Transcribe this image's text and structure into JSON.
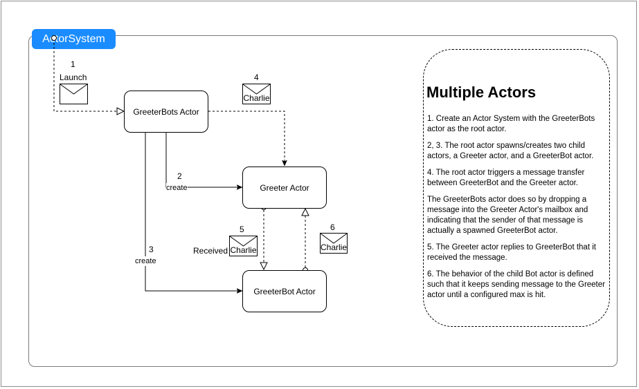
{
  "system": {
    "title": "ActorSystem"
  },
  "actors": {
    "greeterbots": "GreeterBots Actor",
    "greeter": "Greeter Actor",
    "greeterbot": "GreeterBot Actor"
  },
  "steps": {
    "s1": {
      "number": "1",
      "label": "Launch"
    },
    "s2": {
      "number": "2",
      "label": "create"
    },
    "s3": {
      "number": "3",
      "label": "create"
    },
    "s4": {
      "number": "4",
      "envelope": "Charlie"
    },
    "s5": {
      "number": "5",
      "label": "Received",
      "envelope": "Charlie"
    },
    "s6": {
      "number": "6",
      "envelope": "Charlie"
    }
  },
  "notes": {
    "title": "Multiple Actors",
    "items": [
      "1. Create an Actor System with the GreeterBots actor as the root actor.",
      "2, 3. The root actor spawns/creates two child actors, a Greeter actor, and a GreeterBot actor.",
      "4. The root actor triggers a message transfer between GreeterBot and the Greeter actor.",
      "The GreeterBots actor does so by dropping a message into the Greeter Actor's mailbox and indicating that the sender of that message is actually a spawned GreeterBot actor.",
      "5. The Greeter actor replies to GreeterBot that it received the message.",
      "6. The behavior of the child Bot actor is defined such that it keeps sending message to the Greeter actor until a configured max is hit."
    ]
  }
}
